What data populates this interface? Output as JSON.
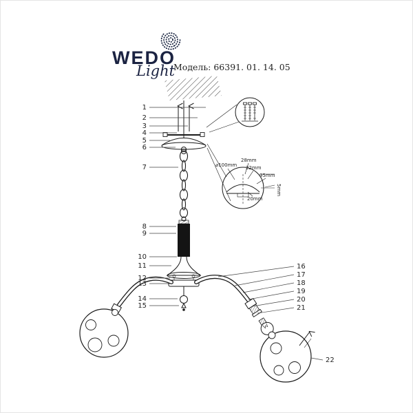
{
  "brand": {
    "name": "WEDO",
    "script": "Light",
    "model_line": "Модель: 66391. 01. 14. 05"
  },
  "callouts": {
    "all": [
      "1",
      "2",
      "3",
      "4",
      "5",
      "6",
      "7",
      "8",
      "9",
      "10",
      "11",
      "12",
      "13",
      "14",
      "15",
      "16",
      "17",
      "18",
      "19",
      "20",
      "21",
      "22"
    ]
  },
  "detail": {
    "d100": "⌀100mm",
    "d28": "28mm",
    "d22": "22mm",
    "d95": "95mm",
    "d20": "20mm",
    "d5": "5mm"
  },
  "colors": {
    "ink": "#1a1a1a",
    "logo": "#1b2342"
  }
}
